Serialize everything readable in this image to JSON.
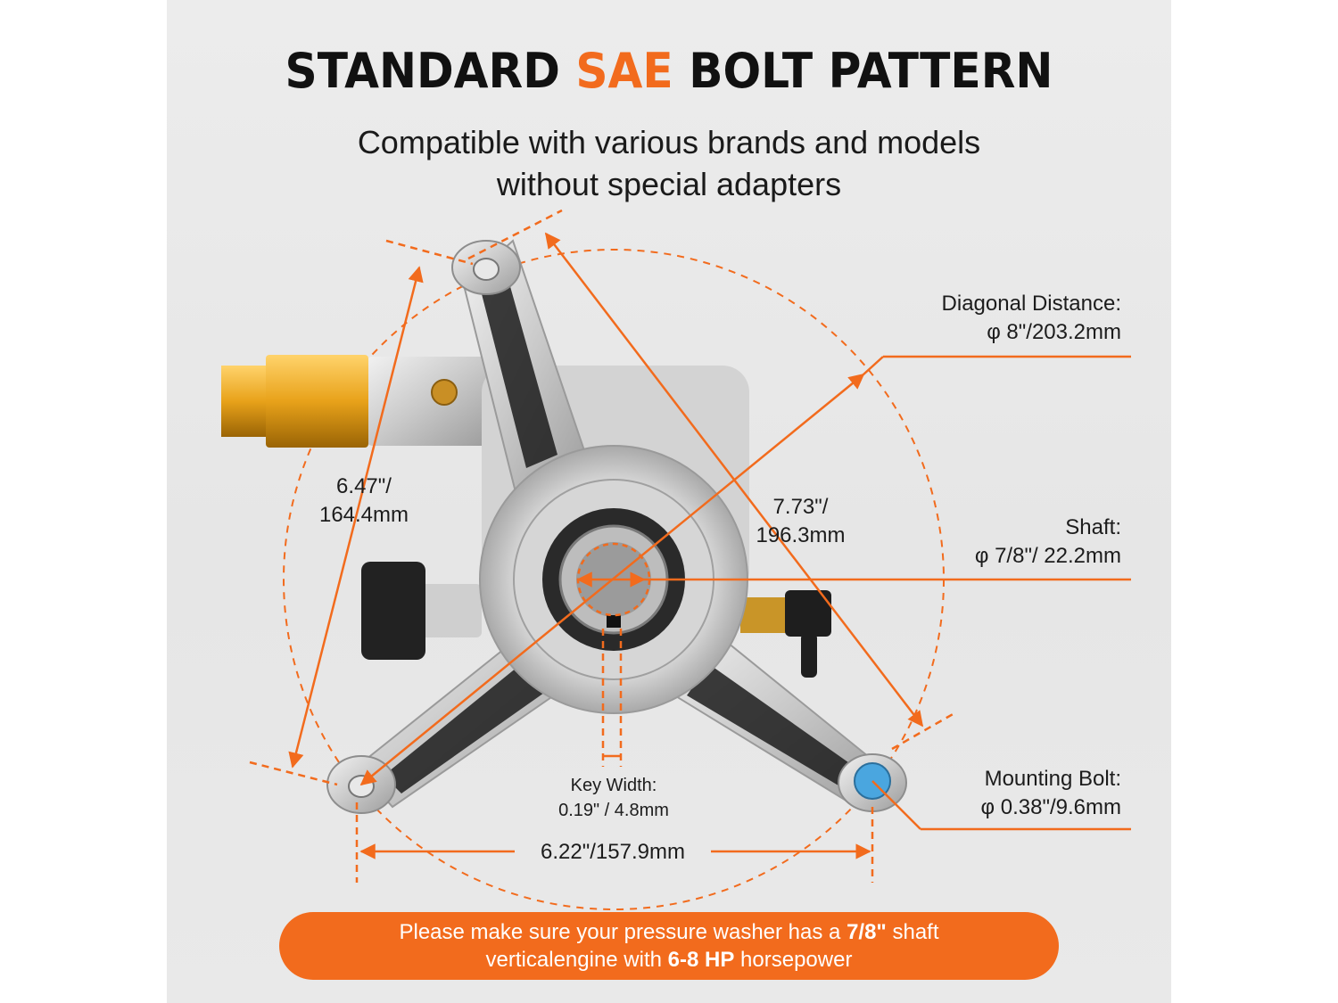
{
  "title": {
    "pre": "STANDARD ",
    "accent": "SAE",
    "post": " BOLT PATTERN"
  },
  "subtitle": {
    "line1": "Compatible with various brands and models",
    "line2": "without special adapters"
  },
  "labels": {
    "diagonal_title": "Diagonal Distance:",
    "diagonal_value": "φ 8\"/203.2mm",
    "shaft_title": "Shaft:",
    "shaft_value": "φ 7/8\"/ 22.2mm",
    "bolt_title": "Mounting Bolt:",
    "bolt_value": "φ 0.38\"/9.6mm",
    "left_dim_1": "6.47\"/",
    "left_dim_2": "164.4mm",
    "right_dim_1": "7.73\"/",
    "right_dim_2": "196.3mm",
    "key_title": "Key Width:",
    "key_value": "0.19\" / 4.8mm",
    "bottom_dim": "6.22\"/157.9mm"
  },
  "notice": {
    "l1_pre": "Please make sure your pressure washer has a ",
    "l1_bold": "7/8\"",
    "l1_post": " shaft",
    "l2_pre": "verticalengine with ",
    "l2_bold": "6-8 HP",
    "l2_post": " horsepower"
  },
  "colors": {
    "accent": "#f26b1d",
    "background": "#e9e9e9",
    "text": "#111111"
  }
}
